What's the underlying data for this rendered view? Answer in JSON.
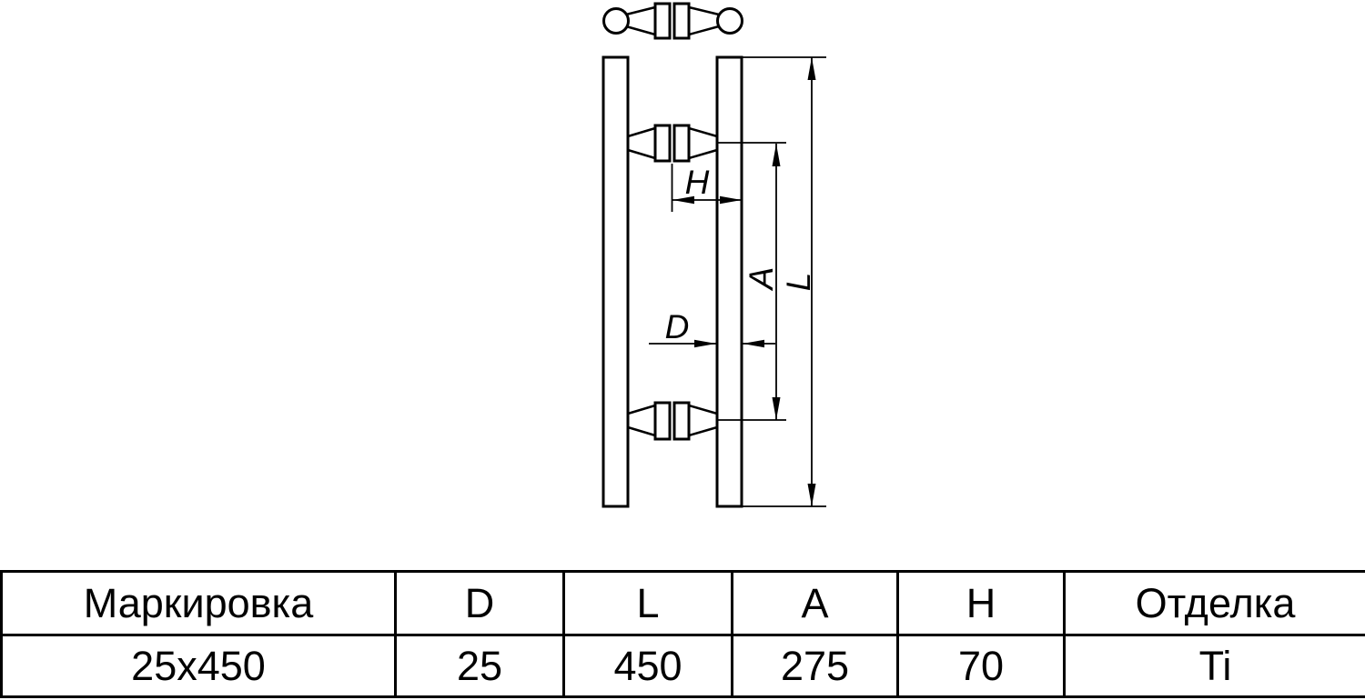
{
  "diagram": {
    "dimension_labels": {
      "H": "H",
      "A": "A",
      "L": "L",
      "D": "D"
    }
  },
  "table": {
    "headers": [
      "Маркировка",
      "D",
      "L",
      "A",
      "H",
      "Отделка"
    ],
    "rows": [
      [
        "25x450",
        "25",
        "450",
        "275",
        "70",
        "Ti"
      ]
    ]
  }
}
